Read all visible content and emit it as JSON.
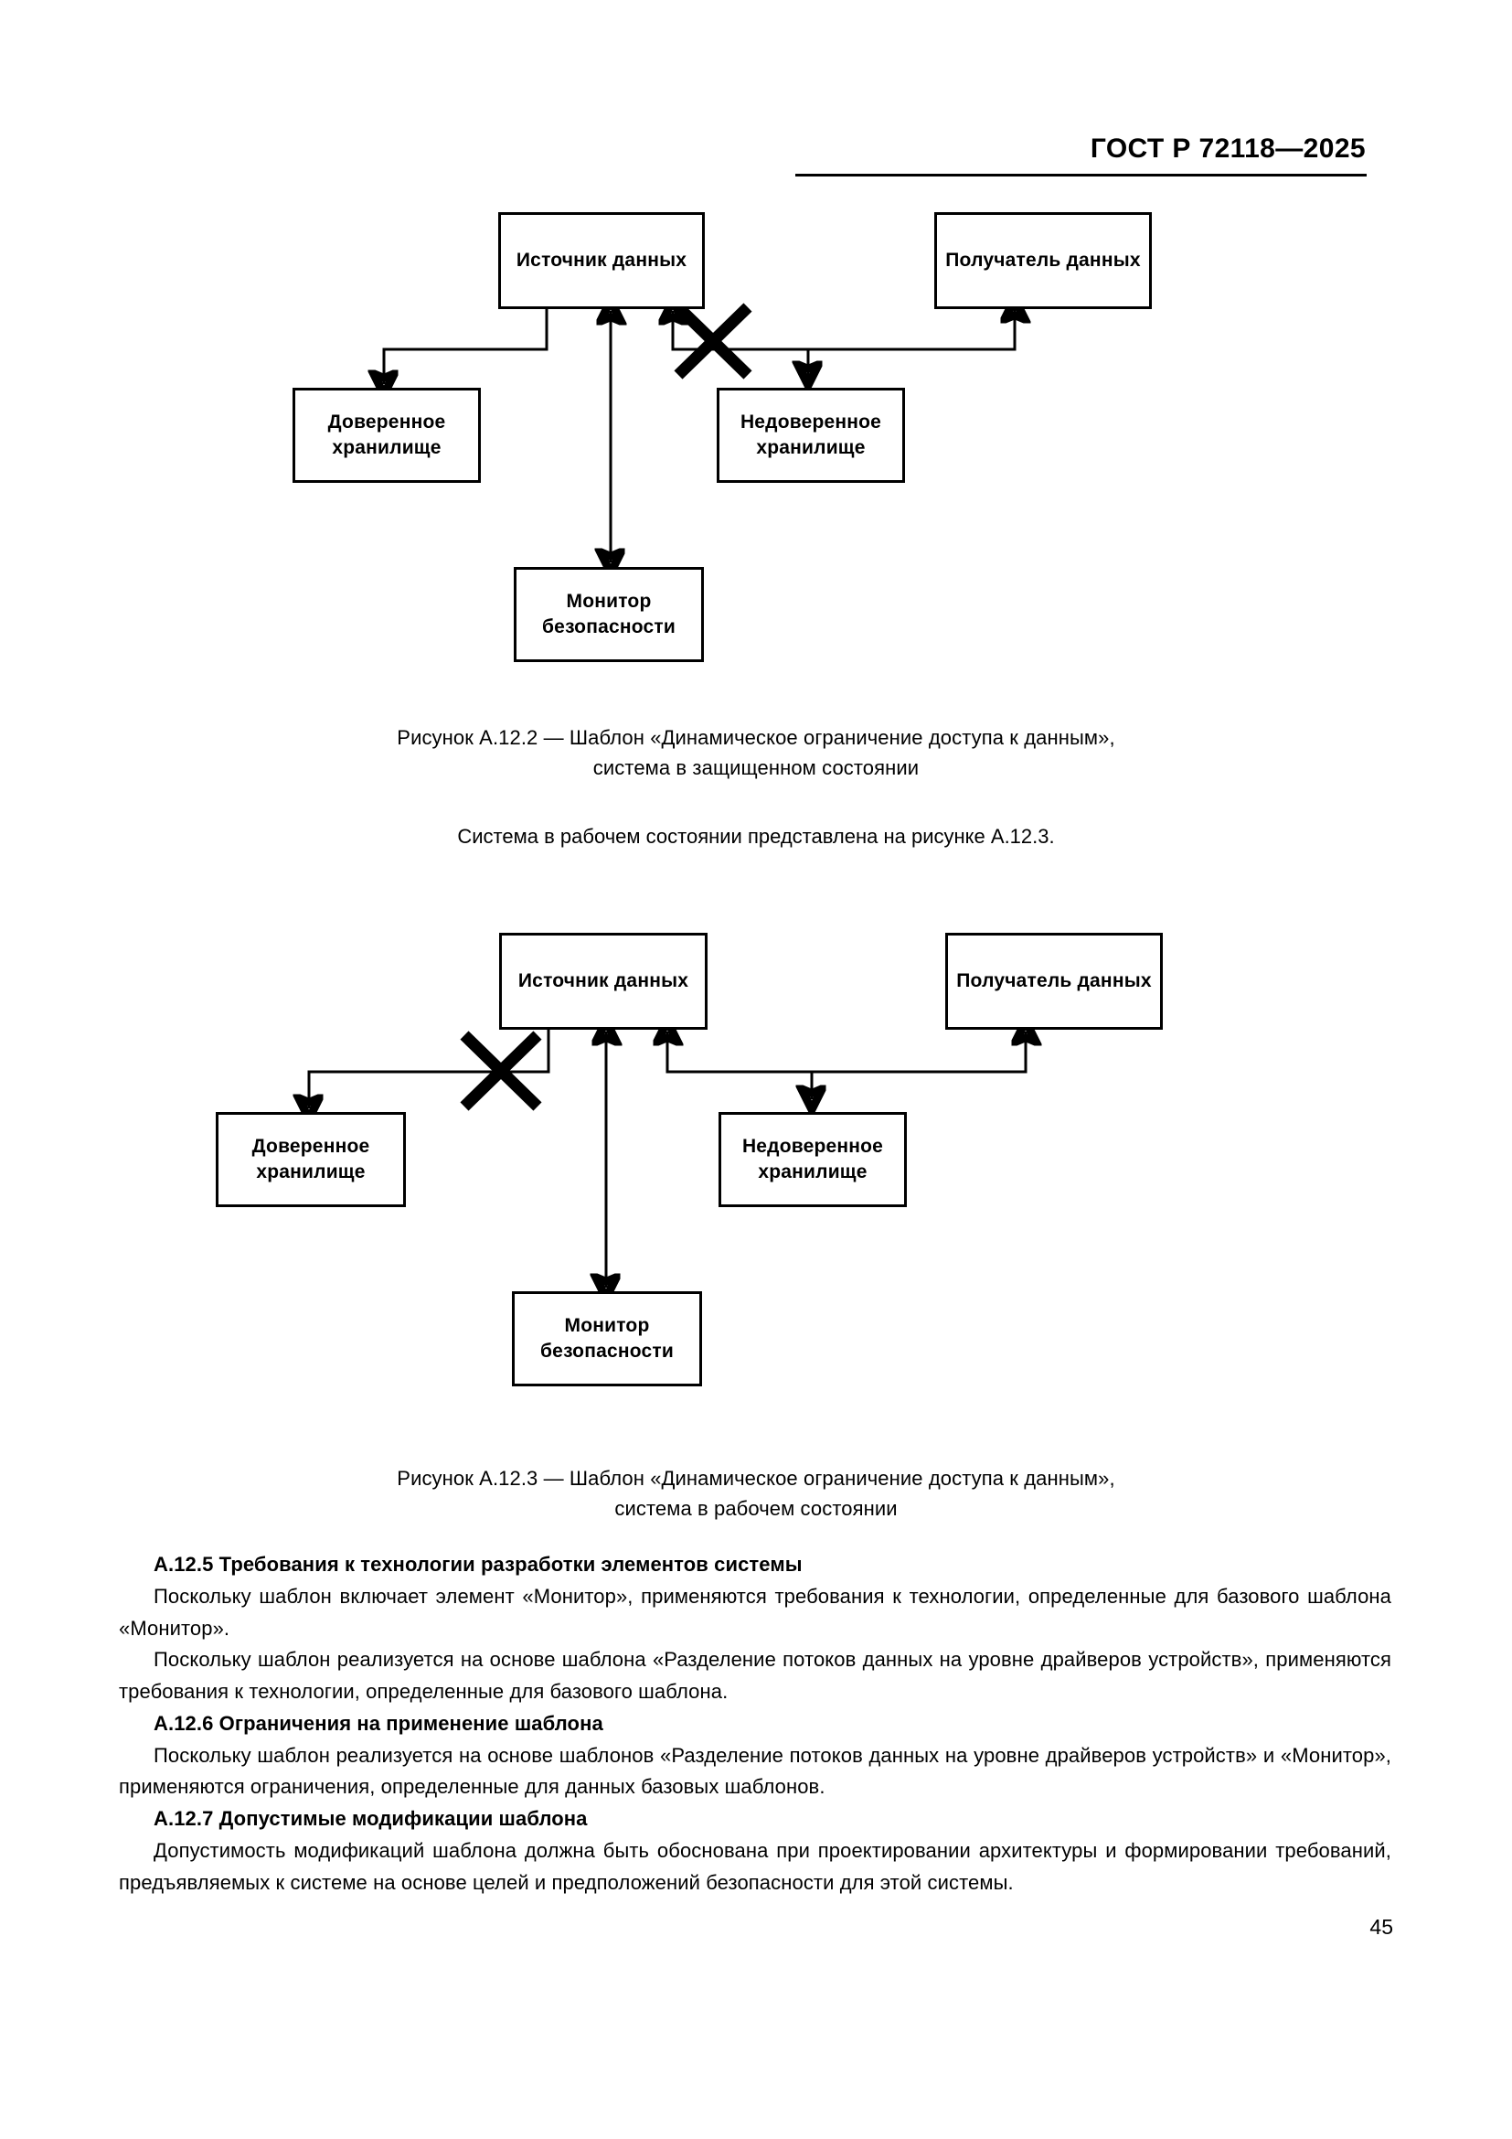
{
  "header": {
    "standard_id": "ГОСТ Р 72118—2025"
  },
  "figure_1": {
    "id": "figure-a-12-2",
    "nodes": [
      {
        "key": "source",
        "label": "Источник  данных"
      },
      {
        "key": "receiver",
        "label": "Получатель данных"
      },
      {
        "key": "trusted_store",
        "label": "Доверенное\nхранилище"
      },
      {
        "key": "untrusted_store",
        "label": "Недоверенное\nхранилище"
      },
      {
        "key": "security_monitor",
        "label": "Монитор\nбезопасности"
      }
    ],
    "blocked_edge": "untrusted-store-to-source",
    "caption_line1": "Рисунок А.12.2 — Шаблон «Динамическое ограничение доступа к данным»,",
    "caption_line2": "система в защищенном состоянии"
  },
  "between_text": "Система в рабочем состоянии представлена на рисунке А.12.3.",
  "figure_2": {
    "id": "figure-a-12-3",
    "nodes": [
      {
        "key": "source",
        "label": "Источник данных"
      },
      {
        "key": "receiver",
        "label": "Получатель данных"
      },
      {
        "key": "trusted_store",
        "label": "Доверенное\nхранилище"
      },
      {
        "key": "untrusted_store",
        "label": "Недоверенное\nхранилище"
      },
      {
        "key": "security_monitor",
        "label": "Монитор\nбезопасности"
      }
    ],
    "blocked_edge": "source-to-trusted-store",
    "caption_line1": "Рисунок А.12.3 — Шаблон «Динамическое ограничение доступа к данным»,",
    "caption_line2": "система в рабочем состоянии"
  },
  "sections": [
    {
      "number_title": "А.12.5 Требования к технологии разработки элементов системы",
      "paragraphs": [
        "Поскольку шаблон включает элемент «Монитор», применяются требования к технологии, определенные для базового шаблона «Монитор».",
        "Поскольку шаблон реализуется на основе шаблона «Разделение потоков данных на уровне драйверов устройств», применяются требования к технологии, определенные для базового шаблона."
      ]
    },
    {
      "number_title": "А.12.6 Ограничения на применение шаблона",
      "paragraphs": [
        "Поскольку шаблон реализуется на основе шаблонов «Разделение потоков данных на уровне драйверов устройств» и «Монитор», применяются ограничения, определенные для данных базовых шаблонов."
      ]
    },
    {
      "number_title": "А.12.7 Допустимые модификации шаблона",
      "paragraphs": [
        "Допустимость модификаций шаблона должна быть обоснована при проектировании архитектуры и формировании требований, предъявляемых к системе на основе целей и предположений безопасности для этой системы."
      ]
    }
  ],
  "page_number": "45"
}
